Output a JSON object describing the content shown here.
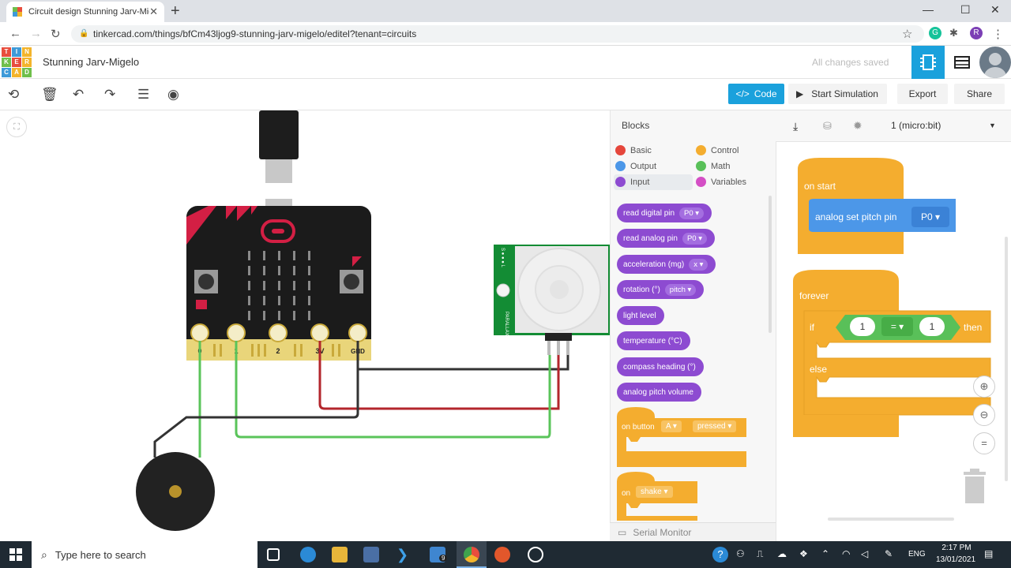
{
  "browser": {
    "tab_title": "Circuit design Stunning Jarv-Mig",
    "tab_close": "✕",
    "new_tab": "+",
    "url": "tinkercad.com/things/bfCm43ljog9-stunning-jarv-migelo/editel?tenant=circuits",
    "profile_initial": "R",
    "grammarly_initial": "G"
  },
  "app": {
    "logo_letters": [
      "T",
      "I",
      "N",
      "K",
      "E",
      "R",
      "C",
      "A",
      "D"
    ],
    "design_title": "Stunning Jarv-Migelo",
    "save_status": "All changes saved"
  },
  "toolbar": {
    "code_label": "Code",
    "start_simulation_label": "Start Simulation",
    "export_label": "Export",
    "share_label": "Share"
  },
  "circuit": {
    "pin_labels": [
      "0",
      "1",
      "2",
      "3V",
      "GND"
    ],
    "sensor_brand": "PARALLAX",
    "sensor_pins": "S ● ● ● L"
  },
  "palette": {
    "title": "Blocks",
    "categories": [
      {
        "label": "Basic",
        "color": "#e5463b"
      },
      {
        "label": "Control",
        "color": "#f4ad2f"
      },
      {
        "label": "Output",
        "color": "#4c97e8"
      },
      {
        "label": "Math",
        "color": "#59c059"
      },
      {
        "label": "Input",
        "color": "#8d4bd1"
      },
      {
        "label": "Variables",
        "color": "#d44fc5"
      }
    ],
    "blocks": [
      {
        "label": "read digital pin",
        "dropdown": "P0"
      },
      {
        "label": "read analog pin",
        "dropdown": "P0"
      },
      {
        "label": "acceleration (mg)",
        "dropdown": "x"
      },
      {
        "label": "rotation (°)",
        "dropdown": "pitch"
      },
      {
        "label": "light level",
        "dropdown": ""
      },
      {
        "label": "temperature (°C)",
        "dropdown": ""
      },
      {
        "label": "compass heading (°)",
        "dropdown": ""
      },
      {
        "label": "analog pitch volume",
        "dropdown": ""
      }
    ],
    "event_button": {
      "label": "on button",
      "button": "A",
      "state": "pressed"
    },
    "event_gesture": {
      "label": "on",
      "gesture": "shake"
    },
    "serial_monitor": "Serial Monitor"
  },
  "code": {
    "device": "1 (micro:bit)",
    "on_start": "on start",
    "analog_set_pitch_pin": "analog set pitch pin",
    "pitch_pin": "P0",
    "forever": "forever",
    "if": "if",
    "left_value": "1",
    "operator": "=",
    "right_value": "1",
    "then": "then",
    "else": "else"
  },
  "taskbar": {
    "search_placeholder": "Type here to search",
    "language": "ENG",
    "time": "2:17 PM",
    "date": "13/01/2021",
    "mail_badge": "9"
  }
}
